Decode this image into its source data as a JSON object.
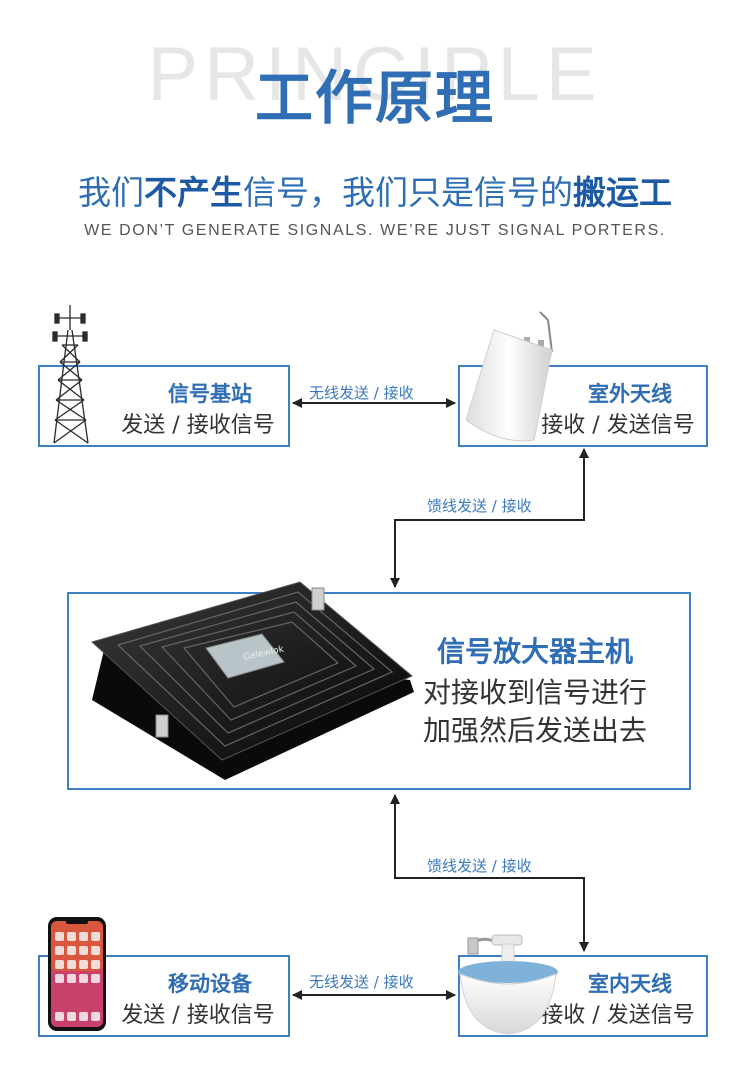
{
  "header": {
    "bg_word": "PRINCIPLE",
    "title": "工作原理",
    "slogan_part1": "我们",
    "slogan_bold1": "不产生",
    "slogan_part2": "信号，我们只是信号的",
    "slogan_bold2": "搬运工",
    "slogan_en": "WE DON’T GENERATE SIGNALS. WE’RE JUST SIGNAL PORTERS."
  },
  "nodes": {
    "base_station": {
      "title": "信号基站",
      "desc": "发送 / 接收信号"
    },
    "outdoor_antenna": {
      "title": "室外天线",
      "desc": "接收 / 发送信号"
    },
    "amplifier": {
      "title": "信号放大器主机",
      "desc_line1": "对接收到信号进行",
      "desc_line2": "加强然后发送出去",
      "brand": "Gelewlok"
    },
    "mobile_device": {
      "title": "移动设备",
      "desc": "发送 / 接收信号"
    },
    "indoor_antenna": {
      "title": "室内天线",
      "desc": "接收 / 发送信号"
    }
  },
  "links": {
    "wireless_top": "无线发送 / 接收",
    "feeder_top": "馈线发送 / 接收",
    "feeder_bottom": "馈线发送 / 接收",
    "wireless_bottom": "无线发送 / 接收"
  },
  "colors": {
    "accent": "#2f6db5",
    "border": "#3f7fc4",
    "line": "#222222"
  }
}
